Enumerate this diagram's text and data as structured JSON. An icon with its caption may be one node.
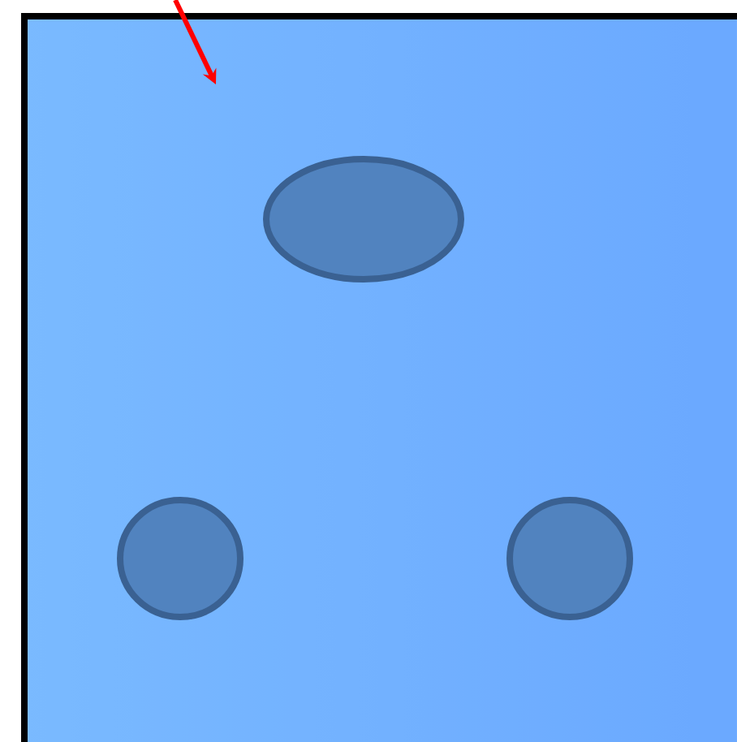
{
  "diagram": {
    "nodes": [
      {
        "text": [],
        "shape": "box"
      },
      {
        "text": [],
        "shape": "ellipse",
        "in": 0
      },
      {
        "text": [],
        "shape": "circle",
        "in": 0
      },
      {
        "text": [],
        "shape": "circle",
        "in": 0
      }
    ]
  }
}
